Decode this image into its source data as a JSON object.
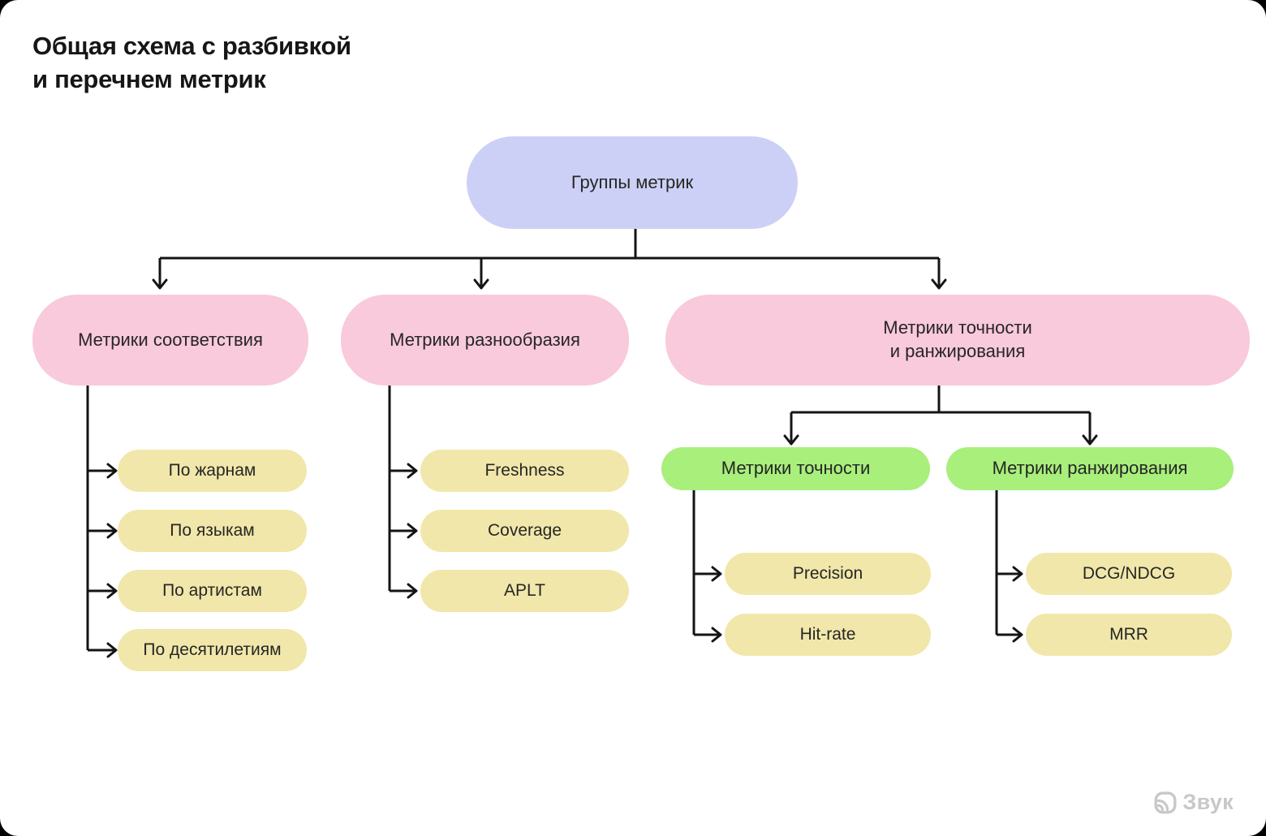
{
  "title": "Общая схема с разбивкой\nи перечнем метрик",
  "tree": {
    "root": {
      "label": "Группы метрик"
    },
    "branches": [
      {
        "label": "Метрики соответствия",
        "leaves": [
          "По жарнам",
          "По языкам",
          "По артистам",
          "По десятилетиям"
        ]
      },
      {
        "label": "Метрики разнообразия",
        "leaves": [
          "Freshness",
          "Coverage",
          "APLT"
        ]
      },
      {
        "label": "Метрики точности\nи ранжирования",
        "subbranches": [
          {
            "label": "Метрики точности",
            "leaves": [
              "Precision",
              "Hit-rate"
            ]
          },
          {
            "label": "Метрики ранжирования",
            "leaves": [
              "DCG/NDCG",
              "MRR"
            ]
          }
        ]
      }
    ]
  },
  "watermark": {
    "label": "Звук"
  },
  "colors": {
    "root-fill": "#cdd0f6",
    "group-fill": "#f9c9dc",
    "sub-fill": "#a8ef7b",
    "leaf-fill": "#f1e7aa",
    "line": "#141414",
    "logo-color": "#c8c8c8"
  }
}
